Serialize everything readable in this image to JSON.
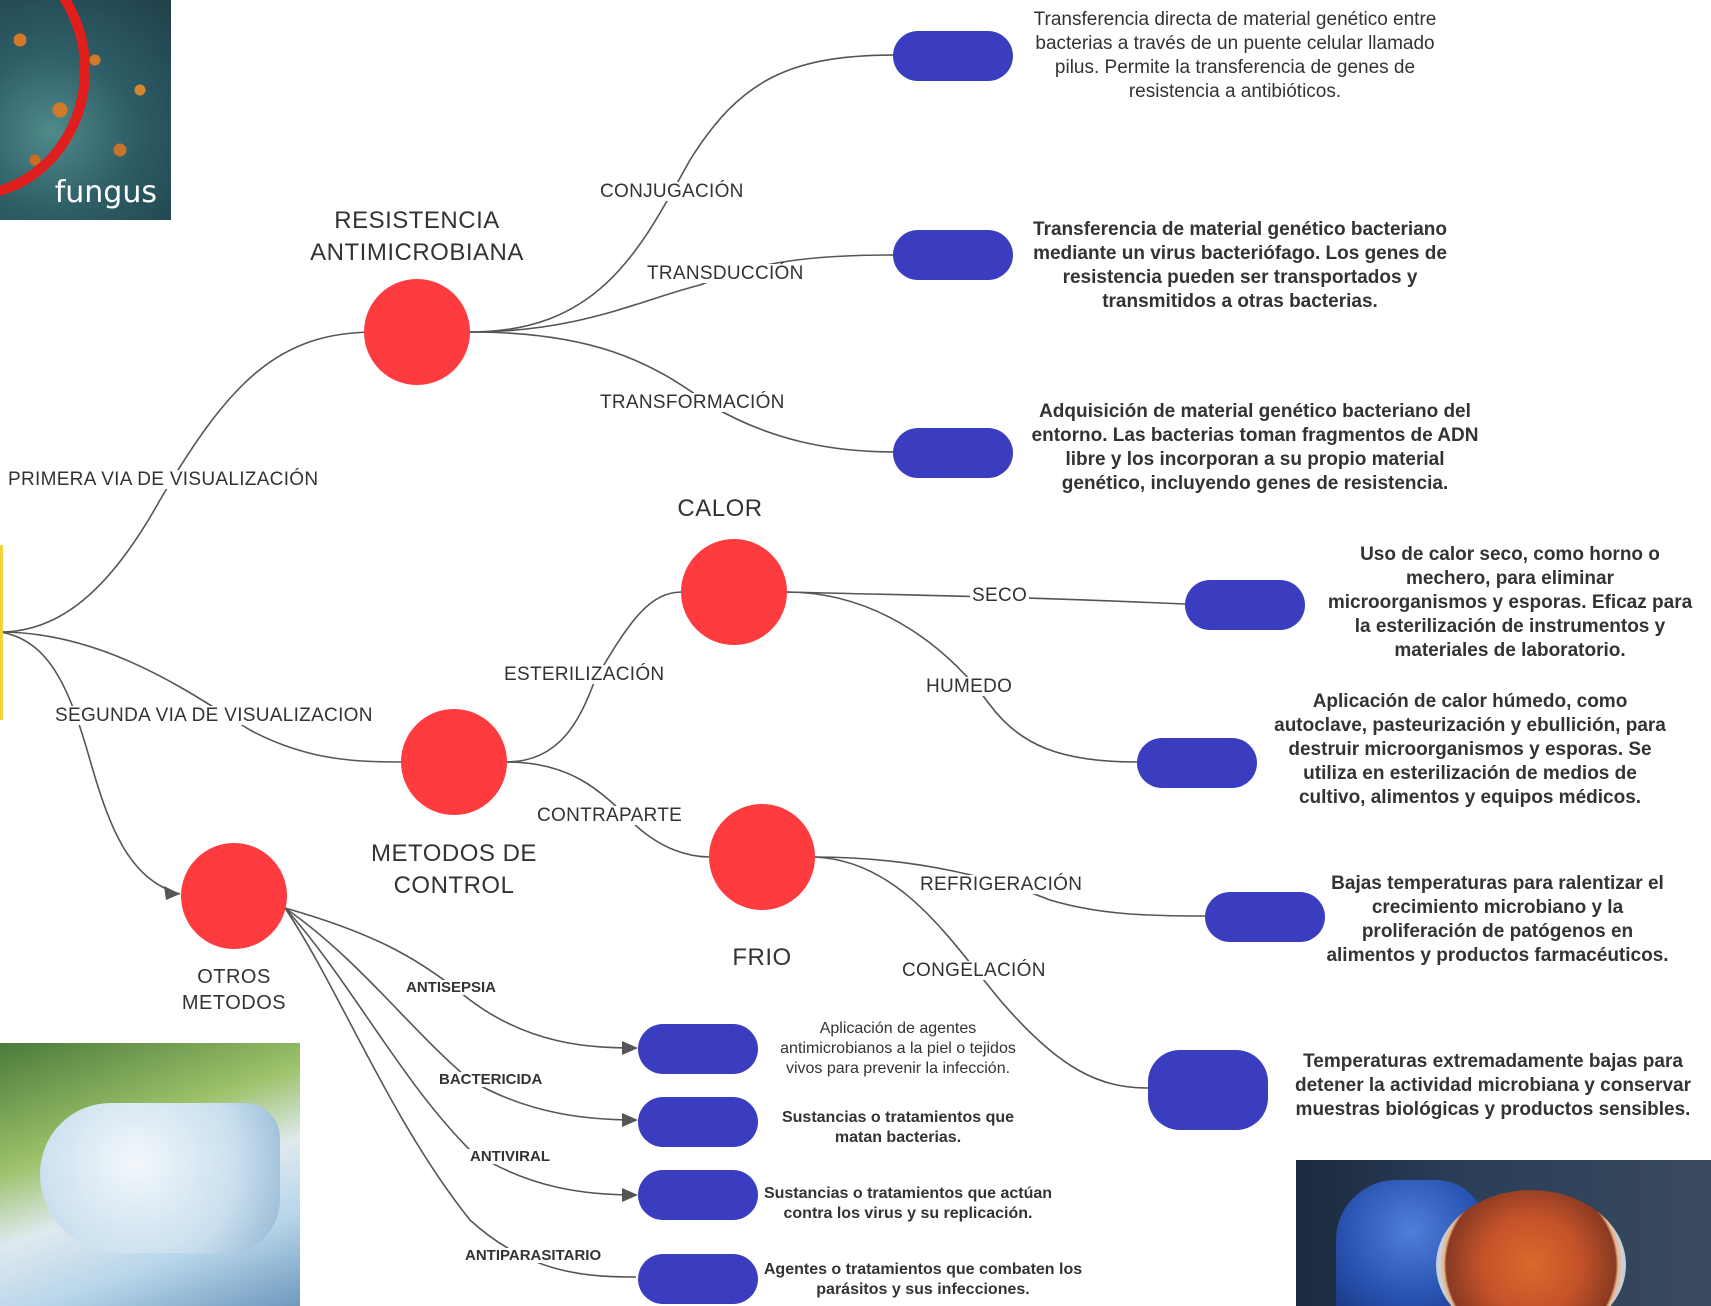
{
  "nodes": {
    "resistencia": "RESISTENCIA\nANTIMICROBIANA",
    "metodos": "METODOS DE\nCONTROL",
    "otros": "OTROS\nMETODOS",
    "calor": "CALOR",
    "frio": "FRIO"
  },
  "edges": {
    "primera": "PRIMERA VIA DE VISUALIZACIÓN",
    "segunda": "SEGUNDA VIA DE VISUALIZACION",
    "conjugacion": "CONJUGACIÓN",
    "transduccion": "TRANSDUCCIÓN",
    "transformacion": "TRANSFORMACIÓN",
    "esterilizacion": "ESTERILIZACIÓN",
    "contraparte": "CONTRAPARTE",
    "seco": "SECO",
    "humedo": "HUMEDO",
    "refrigeracion": "REFRIGERACIÓN",
    "congelacion": "CONGELACIÓN",
    "antisepsia": "ANTISEPSIA",
    "bactericida": "BACTERICIDA",
    "antiviral": "ANTIVIRAL",
    "antiparasitario": "ANTIPARASITARIO"
  },
  "descriptions": {
    "conjugacion": "Transferencia directa de material genético entre bacterias a través de un puente celular llamado pilus. Permite la transferencia de genes de resistencia a antibióticos.",
    "transduccion": "Transferencia de material genético bacteriano mediante un virus bacteriófago. Los genes de resistencia pueden ser transportados y transmitidos a otras bacterias.",
    "transformacion": "Adquisición de material genético bacteriano del entorno. Las bacterias toman fragmentos de ADN libre y los incorporan a su propio material genético, incluyendo genes de resistencia.",
    "seco": "Uso de calor seco, como horno o mechero, para eliminar microorganismos y esporas. Eficaz para la esterilización de instrumentos y materiales de laboratorio.",
    "humedo": "Aplicación de calor húmedo, como autoclave, pasteurización y ebullición, para destruir microorganismos y esporas. Se utiliza en esterilización de medios de cultivo, alimentos y equipos médicos.",
    "refrigeracion": "Bajas temperaturas para ralentizar el crecimiento microbiano y la proliferación de patógenos en alimentos y productos farmacéuticos.",
    "congelacion": "Temperaturas extremadamente bajas para detener la actividad microbiana y conservar muestras biológicas y productos sensibles.",
    "antisepsia": "Aplicación de agentes antimicrobianos a la piel o tejidos vivos para prevenir la infección.",
    "bactericida": "Sustancias o tratamientos que matan bacterias.",
    "antiviral": "Sustancias o tratamientos que actúan contra los virus y su replicación.",
    "antiparasitario": "Agentes o tratamientos que combaten los parásitos y sus infecciones."
  },
  "images": {
    "fungus_caption": "fungus"
  },
  "colors": {
    "node_red": "#fe3b3e",
    "node_blue": "#3a3dbf",
    "line": "#555555"
  }
}
